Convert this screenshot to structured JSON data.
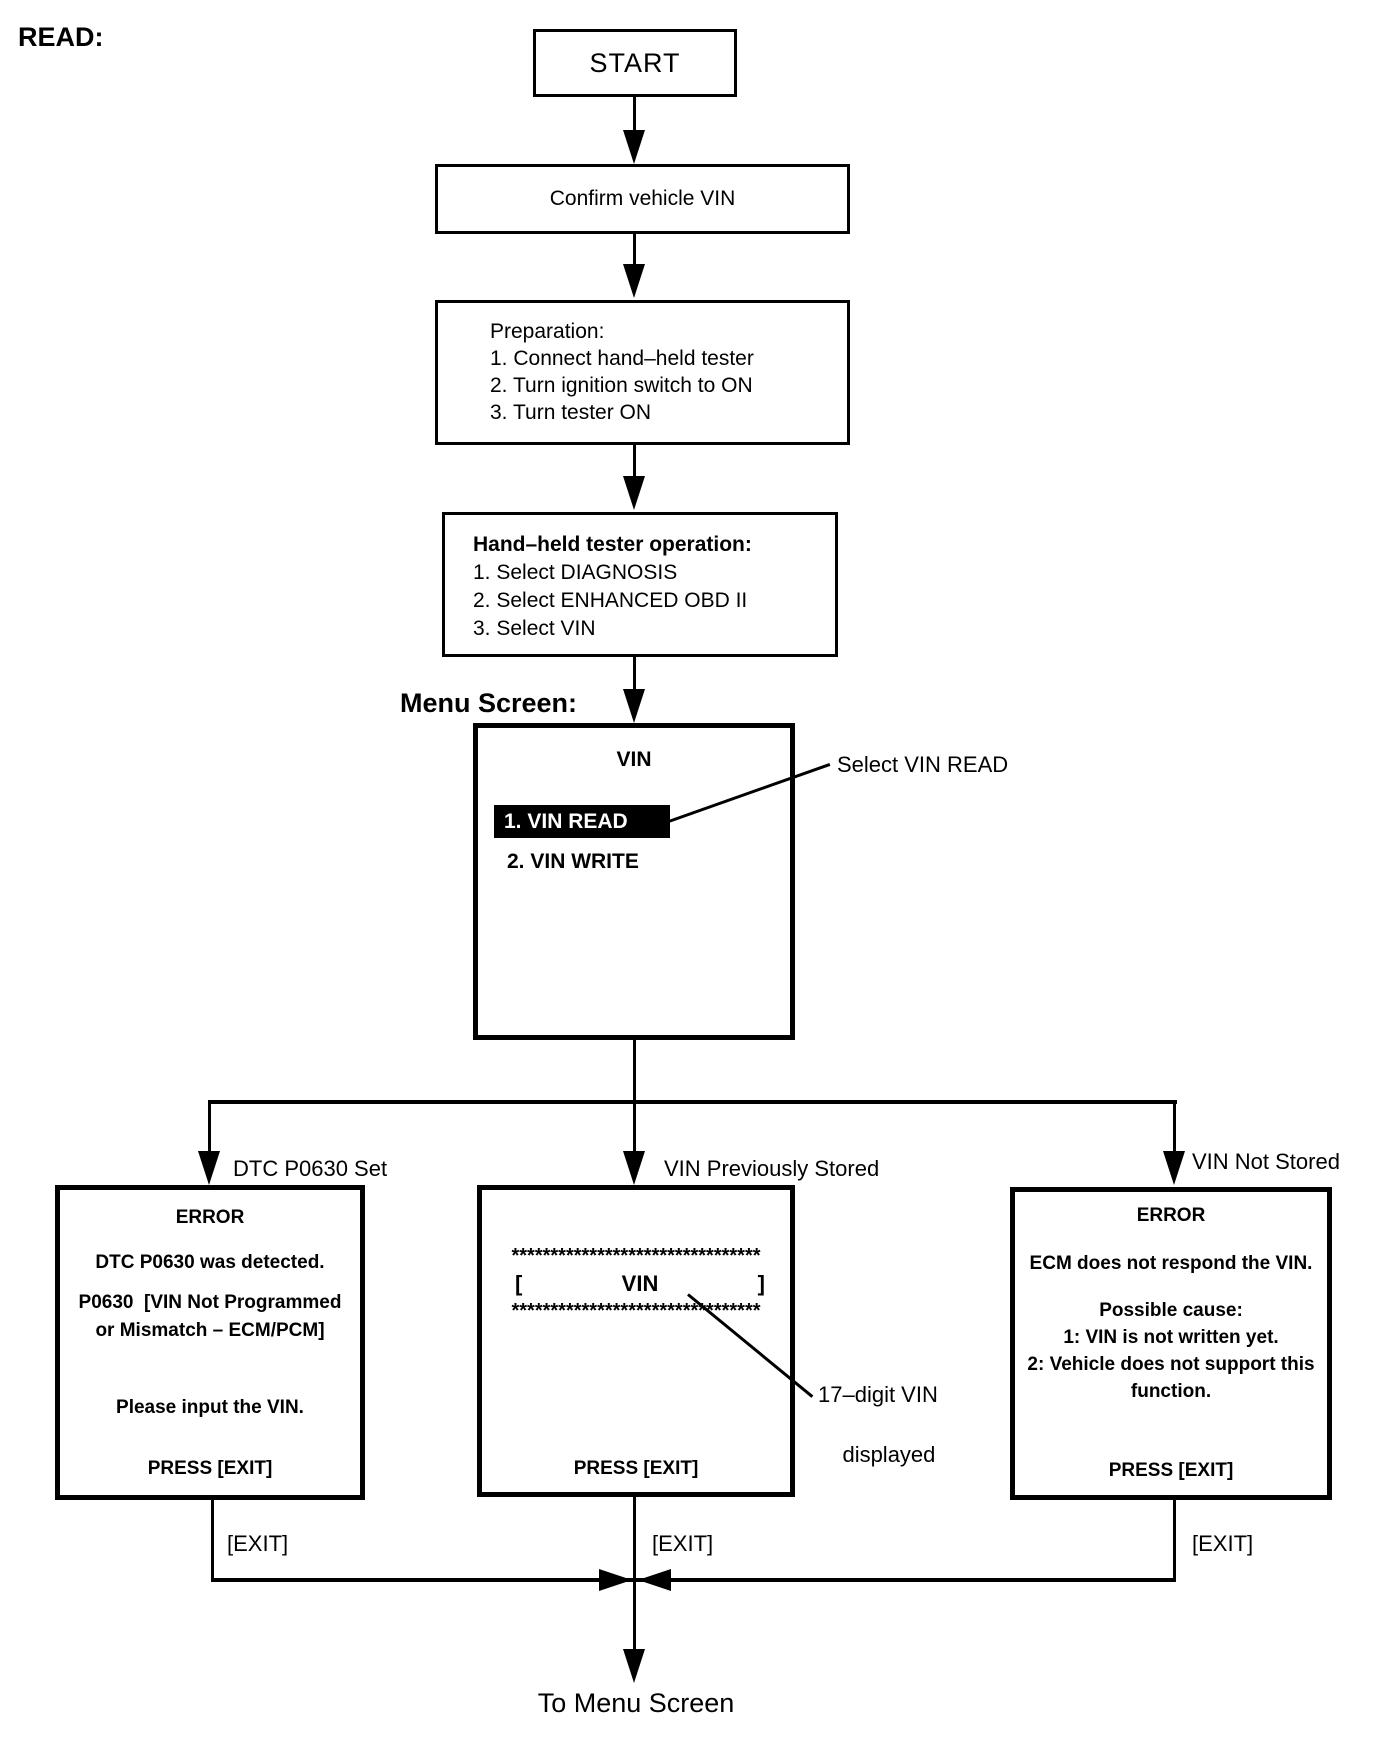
{
  "page": {
    "read_label": "READ:",
    "menu_screen_label": "Menu Screen:",
    "to_menu_screen": "To Menu Screen"
  },
  "flow": {
    "start": "START",
    "confirm": "Confirm vehicle VIN",
    "preparation": {
      "title": "Preparation:",
      "step1": "1. Connect hand–held tester",
      "step2": "2. Turn ignition switch to ON",
      "step3": "3. Turn tester ON"
    },
    "tester_operation": {
      "title": "Hand–held tester operation:",
      "step1": "1. Select DIAGNOSIS",
      "step2": "2. Select ENHANCED OBD II",
      "step3": "3. Select VIN"
    }
  },
  "menu": {
    "title": "VIN",
    "item_selected": "1. VIN READ",
    "item_other": "2. VIN WRITE",
    "annotation": "Select VIN READ"
  },
  "branches": {
    "left": {
      "label": "DTC P0630 Set",
      "line1": "ERROR",
      "line2": "DTC P0630 was detected.",
      "line3": "P0630  [VIN Not Programmed",
      "line4": "or Mismatch – ECM/PCM]",
      "line5": "Please input the VIN.",
      "line6": "PRESS [EXIT]",
      "exit_label": "[EXIT]"
    },
    "center": {
      "label": "VIN Previously Stored",
      "asterisk_row": "********************************",
      "bracket_open": "[",
      "vin": "VIN",
      "bracket_close": "]",
      "press_exit": "PRESS [EXIT]",
      "exit_label": "[EXIT]",
      "annotation_line1": "17–digit VIN",
      "annotation_line2": "displayed"
    },
    "right": {
      "label": "VIN Not Stored",
      "line1": "ERROR",
      "line2": "ECM does not respond the VIN.",
      "line3": "Possible cause:",
      "line4": "1: VIN is not written yet.",
      "line5": "2: Vehicle does not support this",
      "line6": "function.",
      "line7": "PRESS [EXIT]",
      "exit_label": "[EXIT]"
    }
  }
}
